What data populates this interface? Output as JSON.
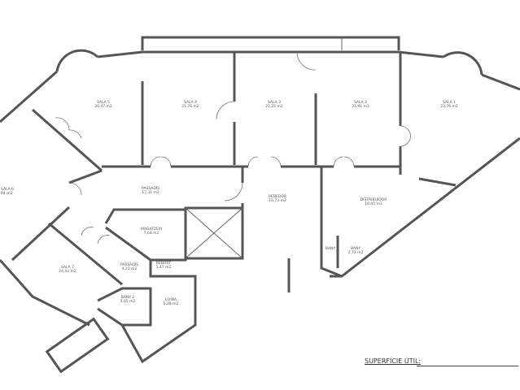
{
  "rooms": [
    {
      "name": "SALA 1",
      "area": "23,76 m2"
    },
    {
      "name": "SALA 2",
      "area": "21,91 m2"
    },
    {
      "name": "SALA 3",
      "area": "21,25 m2"
    },
    {
      "name": "SALA 4",
      "area": "21,76 m2"
    },
    {
      "name": "SALA 5",
      "area": "20,47 m2"
    },
    {
      "name": "SALA 6",
      "area": "84 m2"
    },
    {
      "name": "SALA 7",
      "area": "24,43 m2"
    },
    {
      "name": "PASSADÍS",
      "area": "17,31 m2"
    },
    {
      "name": "REBEDOR",
      "area": "16,73 m2"
    },
    {
      "name": "DISTRIBUIDOR",
      "area": "14,05 m2"
    },
    {
      "name": "MAGATZEM",
      "area": "7,64 m2"
    },
    {
      "name": "PASSADÍS",
      "area": "4,23 m2"
    },
    {
      "name": "REBOST",
      "area": "1,47 m2"
    },
    {
      "name": "CUINA",
      "area": "5,28 m2"
    },
    {
      "name": "BANY 2",
      "area": "3,05 m2"
    },
    {
      "name": "BANY",
      "area": ""
    },
    {
      "name": "BANY",
      "area": "2,73 m2"
    }
  ],
  "footer": {
    "superficie_label": "SUPERFÍCIE ÚTIL:"
  }
}
